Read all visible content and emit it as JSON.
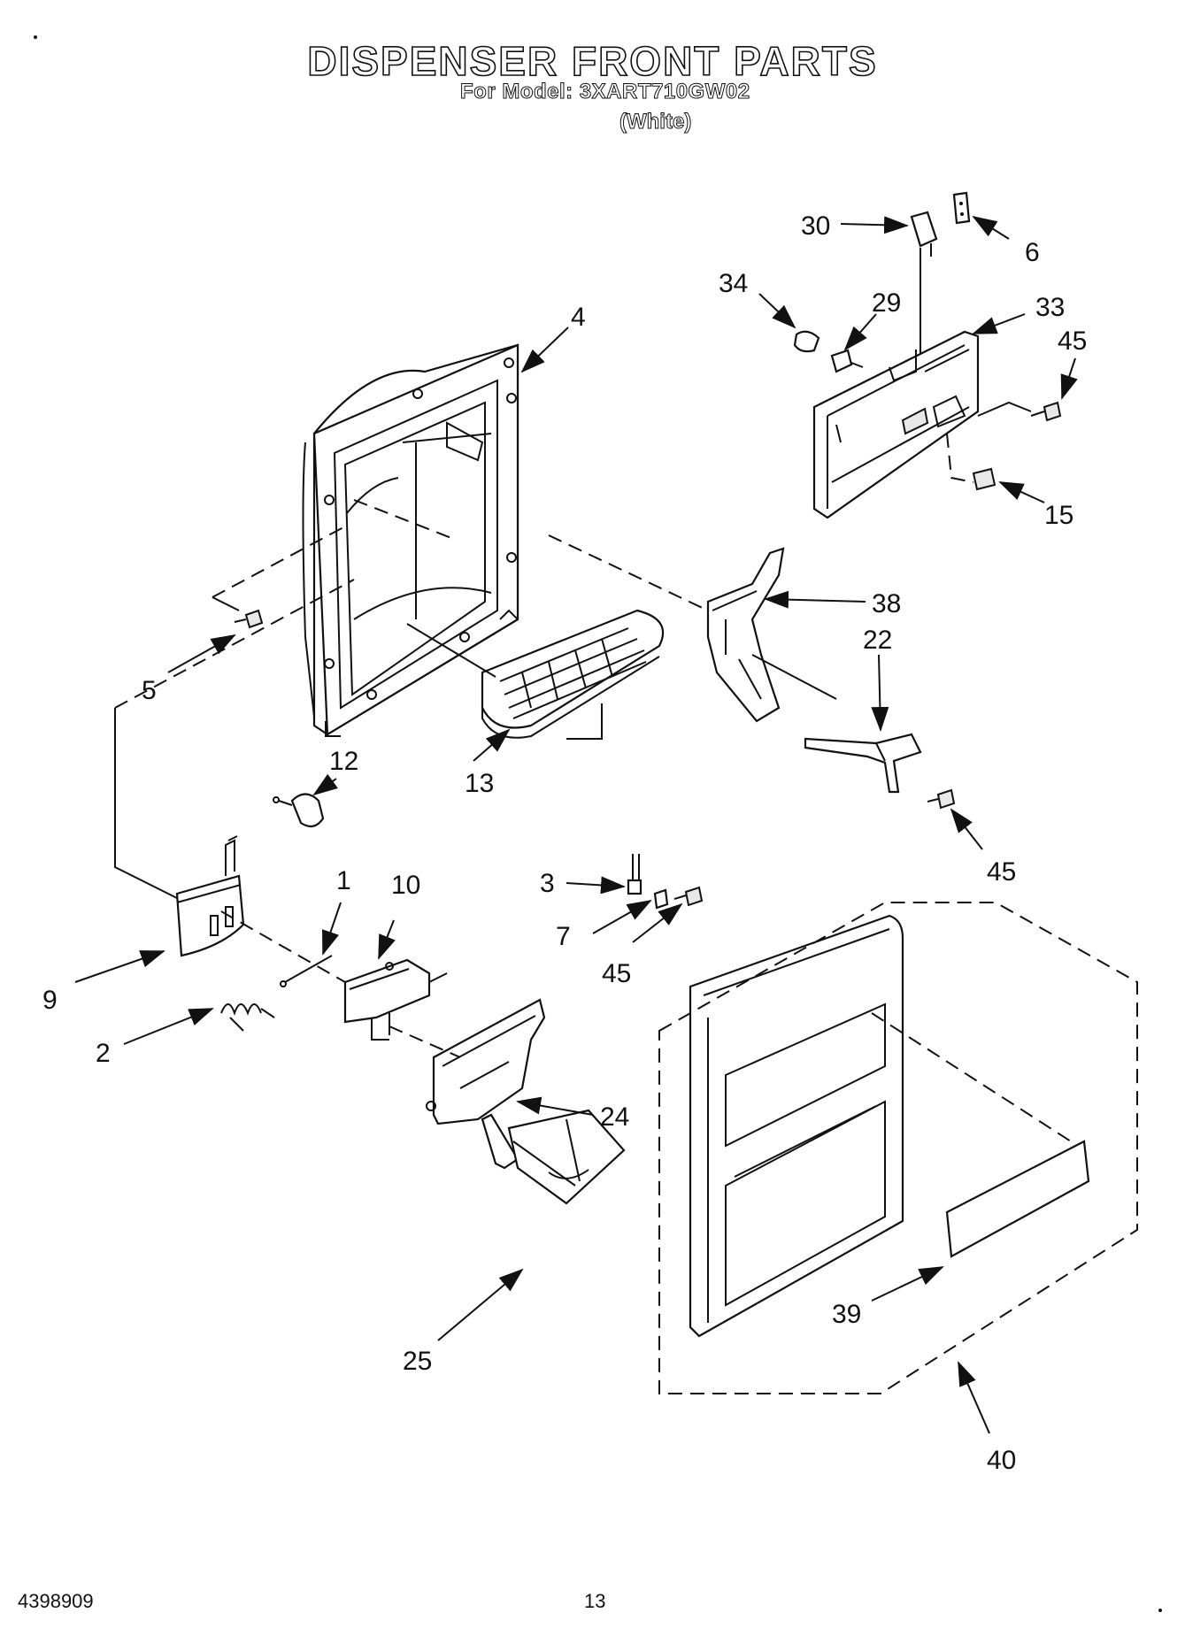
{
  "header": {
    "title": "DISPENSER FRONT PARTS",
    "model": "For Model: 3XART710GW02",
    "color": "(White)"
  },
  "footer": {
    "doc_number": "4398909",
    "page_number": "13"
  },
  "callouts": {
    "c1": "1",
    "c2": "2",
    "c3": "3",
    "c4": "4",
    "c5": "5",
    "c6": "6",
    "c7": "7",
    "c9": "9",
    "c10": "10",
    "c12": "12",
    "c13": "13",
    "c15": "15",
    "c22": "22",
    "c24": "24",
    "c25": "25",
    "c29": "29",
    "c30": "30",
    "c33": "33",
    "c34": "34",
    "c38": "38",
    "c39": "39",
    "c40": "40",
    "c45a": "45",
    "c45b": "45",
    "c45c": "45"
  }
}
